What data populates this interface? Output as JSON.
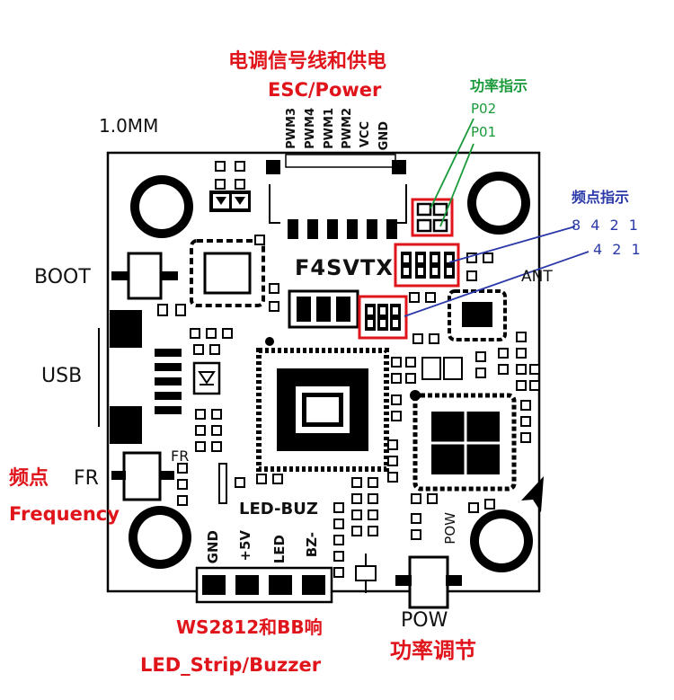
{
  "title": {
    "esc_cn": "电调信号线和供电",
    "esc_en": "ESC/Power"
  },
  "thickness": "1.0MM",
  "board_label": "F4SVTX",
  "esc_pins": [
    "PWM3",
    "PWM4",
    "PWM1",
    "PWM2",
    "VCC",
    "GND"
  ],
  "power_indicator": {
    "title": "功率指示",
    "p02": "P02",
    "p01": "P01"
  },
  "freq_indicator": {
    "title": "频点指示",
    "row1": "8 4 2 1",
    "row2": "4 2 1"
  },
  "ant": "ANT",
  "boot": "BOOT",
  "usb": "USB",
  "fr_small": "FR",
  "frequency": {
    "cn": "频点",
    "fr": "FR",
    "en": "Frequency"
  },
  "led_buz": {
    "title": "LED-BUZ",
    "pins": [
      "GND",
      "+5V",
      "LED",
      "BZ-"
    ],
    "caption_cn": "WS2812和BB响",
    "caption_en": "LED_Strip/Buzzer"
  },
  "pow": {
    "vertical": "POW",
    "label": "POW",
    "caption_cn": "功率调节"
  },
  "colors": {
    "red": "#e0141b",
    "green": "#1a9a3a",
    "blue": "#2b3aa8",
    "black": "#111111"
  }
}
